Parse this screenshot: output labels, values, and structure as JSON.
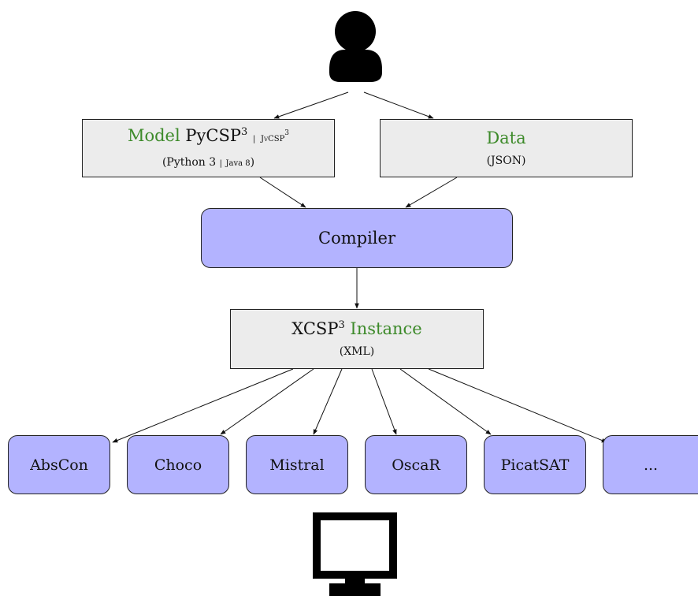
{
  "model": {
    "label": "Model",
    "lang": "PyCSP",
    "lang_sup": "3",
    "sep": "|",
    "alt_lang": "JvCSP",
    "alt_sup": "3",
    "paren_open": "(",
    "python": "Python 3",
    "java": "Java 8",
    "paren_close": ")"
  },
  "data": {
    "label": "Data",
    "format": "(JSON)"
  },
  "compiler": {
    "label": "Compiler"
  },
  "instance": {
    "name": "XCSP",
    "sup": "3",
    "label": "Instance",
    "format": "(XML)"
  },
  "solvers": [
    "AbsCon",
    "Choco",
    "Mistral",
    "OscaR",
    "PicatSAT",
    "..."
  ],
  "icons": {
    "top": "user-icon",
    "bottom": "computer-monitor-icon"
  },
  "colors": {
    "highlight": "#3d8a2a",
    "node_gray": "#ececec",
    "node_blue": "#b3b3ff"
  }
}
